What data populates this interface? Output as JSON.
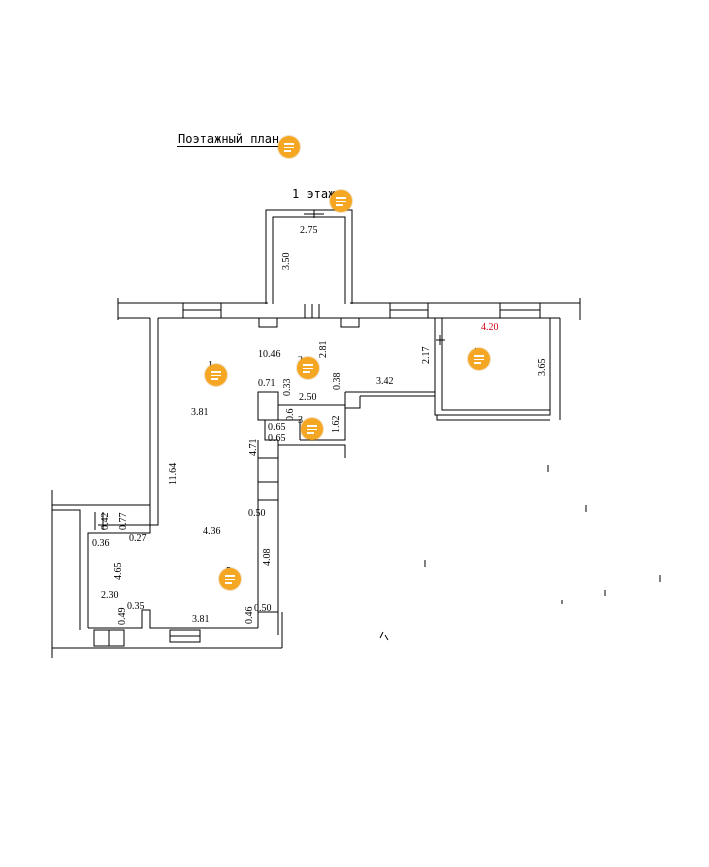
{
  "plan": {
    "title": "Поэтажный план",
    "floor_label": "1 этаж",
    "highlight_color": "#d0021b",
    "marker_color": "#f5a623",
    "marker_icon": "note-icon",
    "room_numbers": [
      "1",
      "2",
      "3",
      "4",
      "5"
    ],
    "dims": {
      "d_275": "2.75",
      "d_350": "3.50",
      "d_1046": "10.46",
      "d_281": "2.81",
      "d_217": "2.17",
      "d_420": "4.20",
      "d_365": "3.65",
      "d_071": "0.71",
      "d_033": "0.33",
      "d_038": "0.38",
      "d_342": "3.42",
      "d_381": "3.81",
      "d_250": "2.50",
      "d_065a": "0.65",
      "d_065b": "0.65",
      "d_06": "0.6",
      "d_162": "1.62",
      "d_471": "4.71",
      "d_1164": "11.64",
      "d_042": "0.42",
      "d_077": "0.77",
      "d_036": "0.36",
      "d_027": "0.27",
      "d_050a": "0.50",
      "d_436": "4.36",
      "d_408": "4.08",
      "d_465": "4.65",
      "d_230": "2.30",
      "d_049": "0.49",
      "d_035": "0.35",
      "d_381b": "3.81",
      "d_046": "0.46",
      "d_050b": "0.50"
    }
  }
}
